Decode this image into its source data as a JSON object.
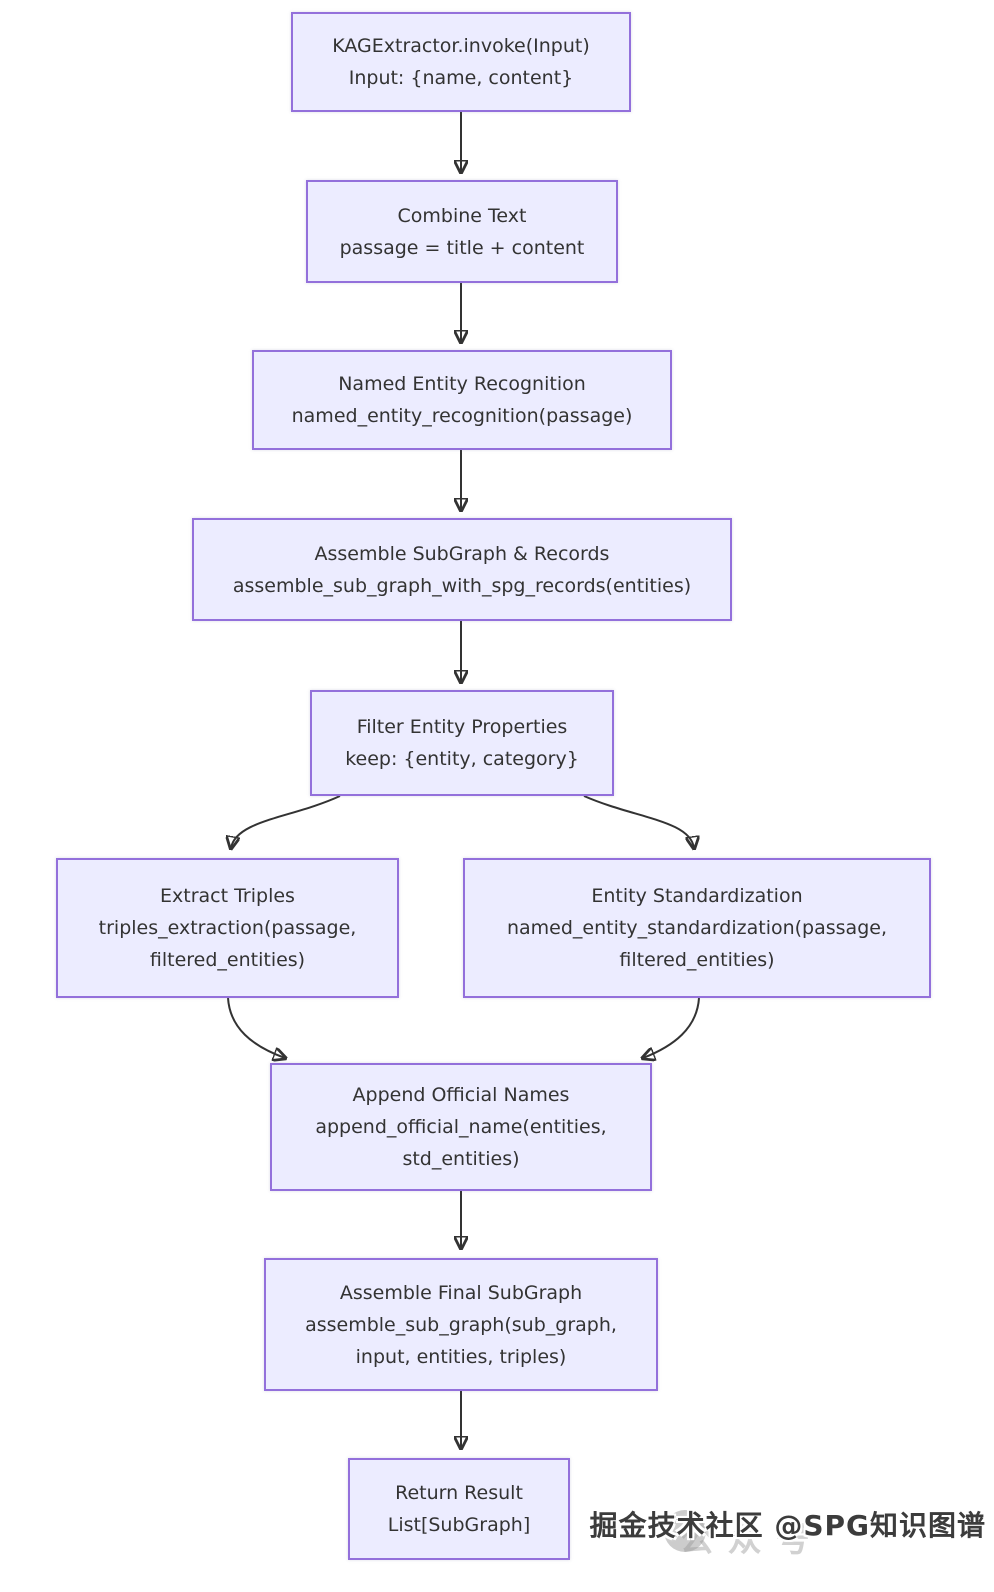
{
  "diagram": {
    "type": "flowchart",
    "direction": "top-down",
    "nodes": [
      {
        "id": "invoke",
        "lines": [
          "KAGExtractor.invoke(Input)",
          "Input: {name, content}"
        ]
      },
      {
        "id": "combine",
        "lines": [
          "Combine Text",
          "passage = title + content"
        ]
      },
      {
        "id": "ner",
        "lines": [
          "Named Entity Recognition",
          "named_entity_recognition(passage)"
        ]
      },
      {
        "id": "records",
        "lines": [
          "Assemble SubGraph & Records",
          "assemble_sub_graph_with_spg_records(entities)"
        ]
      },
      {
        "id": "filter",
        "lines": [
          "Filter Entity Properties",
          "keep: {entity, category}"
        ]
      },
      {
        "id": "triples",
        "lines": [
          "Extract Triples",
          "triples_extraction(passage,",
          "filtered_entities)"
        ]
      },
      {
        "id": "std",
        "lines": [
          "Entity Standardization",
          "named_entity_standardization(passage,",
          "filtered_entities)"
        ]
      },
      {
        "id": "append",
        "lines": [
          "Append Official Names",
          "append_official_name(entities,",
          "std_entities)"
        ]
      },
      {
        "id": "final",
        "lines": [
          "Assemble Final SubGraph",
          "assemble_sub_graph(sub_graph,",
          "input, entities, triples)"
        ]
      },
      {
        "id": "return",
        "lines": [
          "Return Result",
          "List[SubGraph]"
        ]
      }
    ],
    "edges": [
      {
        "from": "invoke",
        "to": "combine"
      },
      {
        "from": "combine",
        "to": "ner"
      },
      {
        "from": "ner",
        "to": "records"
      },
      {
        "from": "records",
        "to": "filter"
      },
      {
        "from": "filter",
        "to": "triples"
      },
      {
        "from": "filter",
        "to": "std"
      },
      {
        "from": "triples",
        "to": "append"
      },
      {
        "from": "std",
        "to": "append"
      },
      {
        "from": "append",
        "to": "final"
      },
      {
        "from": "final",
        "to": "return"
      }
    ]
  },
  "watermark": {
    "text": "掘金技术社区 @SPG知识图谱",
    "ghost_text": "公众号"
  },
  "colors": {
    "node_fill": "#ECECFF",
    "node_border": "#9370DB",
    "edge": "#333333",
    "text": "#333333",
    "background": "#FFFFFF",
    "watermark_text": "#3C3C3C",
    "watermark_ghost": "#9A9A9A"
  }
}
